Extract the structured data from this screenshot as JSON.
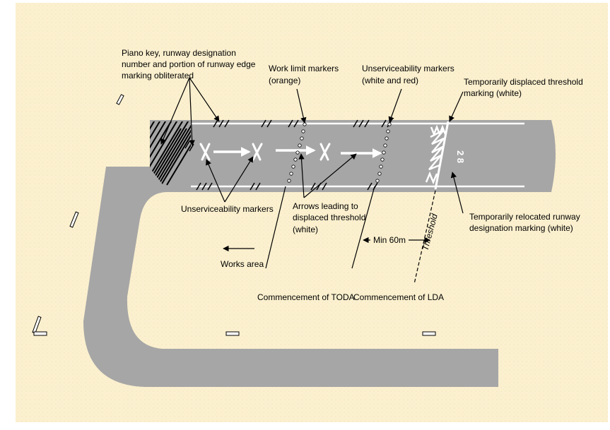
{
  "labels": {
    "piano_key_line1": "Piano key, runway designation",
    "piano_key_line2": "number and portion of runway edge",
    "piano_key_line3": "marking obliterated",
    "work_limit_line1": "Work limit markers",
    "work_limit_line2": "(orange)",
    "unserv_top_line1": "Unserviceability markers",
    "unserv_top_line2": "(white and red)",
    "temp_threshold_line1": "Temporarily displaced threshold",
    "temp_threshold_line2": "marking (white)",
    "unserv_bottom": "Unserviceability markers",
    "arrows_line1": "Arrows leading to",
    "arrows_line2": "displaced threshold",
    "arrows_line3": "(white)",
    "relocated_line1": "Temporarily relocated runway",
    "relocated_line2": "designation marking (white)",
    "works_area": "Works area",
    "min_60m": "Min 60m",
    "threshold": "Threshold",
    "todA": "Commencement of TODA",
    "lda": "Commencement of LDA",
    "runway_number": "2 8"
  },
  "colors": {
    "background": "#fbf0cf",
    "pavement": "#a6a6a6",
    "marking": "#ffffff",
    "ink": "#000000"
  }
}
